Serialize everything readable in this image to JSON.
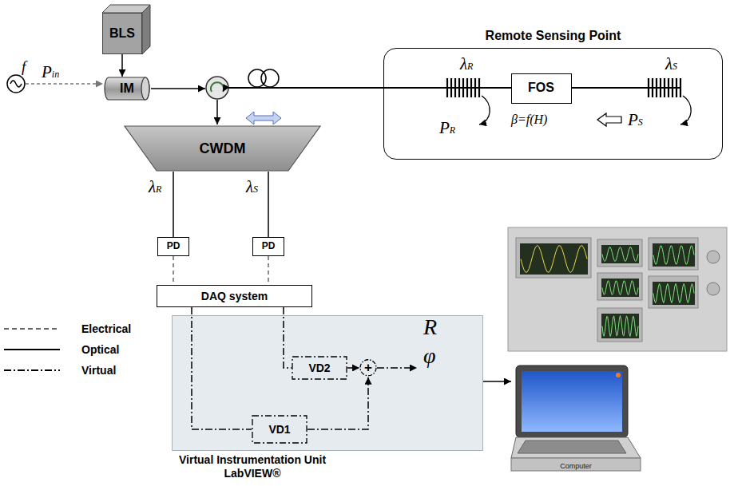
{
  "diagram": {
    "nodes": [
      {
        "text": [
          "BLS"
        ]
      },
      {
        "text": [
          "IM"
        ]
      },
      {
        "text": [
          "Remote Sensing Point"
        ]
      },
      {
        "text": [
          "FOS"
        ],
        "in": 2
      },
      {
        "text": [
          "CWDM"
        ]
      },
      {
        "text": [
          "PD"
        ]
      },
      {
        "text": [
          "PD"
        ]
      },
      {
        "text": [
          "DAQ system"
        ]
      },
      {
        "text": [
          "Virtual Instrumentation Unit",
          "LabVIEW®"
        ]
      },
      {
        "text": [
          "VD2"
        ],
        "in": 8
      },
      {
        "text": [
          "VD1"
        ],
        "in": 8
      },
      {
        "text": [
          "+"
        ],
        "in": 8
      },
      {
        "text": [
          "Computer"
        ]
      }
    ],
    "edges": [
      {
        "from": 0,
        "to": 1,
        "arrow": "to"
      },
      {
        "from": 4,
        "to": 5,
        "arrow": "none"
      },
      {
        "from": 4,
        "to": 6,
        "arrow": "none"
      },
      {
        "from": 5,
        "to": 7,
        "arrow": "none"
      },
      {
        "from": 6,
        "to": 7,
        "arrow": "none"
      },
      {
        "from": 7,
        "to": 10,
        "arrow": "none"
      },
      {
        "from": 7,
        "to": 9,
        "arrow": "none"
      },
      {
        "from": 9,
        "to": 11,
        "arrow": "to"
      },
      {
        "from": 10,
        "to": 11,
        "arrow": "to"
      },
      {
        "from": 8,
        "to": 12,
        "arrow": "to"
      }
    ],
    "labels": [
      "f",
      "Pin",
      "λR",
      "PR",
      "β=f(H)",
      "λS",
      "PS",
      "λR",
      "λS",
      "R",
      "φ"
    ],
    "legend": [
      {
        "text": "Electrical"
      },
      {
        "text": "Optical"
      },
      {
        "text": "Virtual"
      }
    ]
  }
}
